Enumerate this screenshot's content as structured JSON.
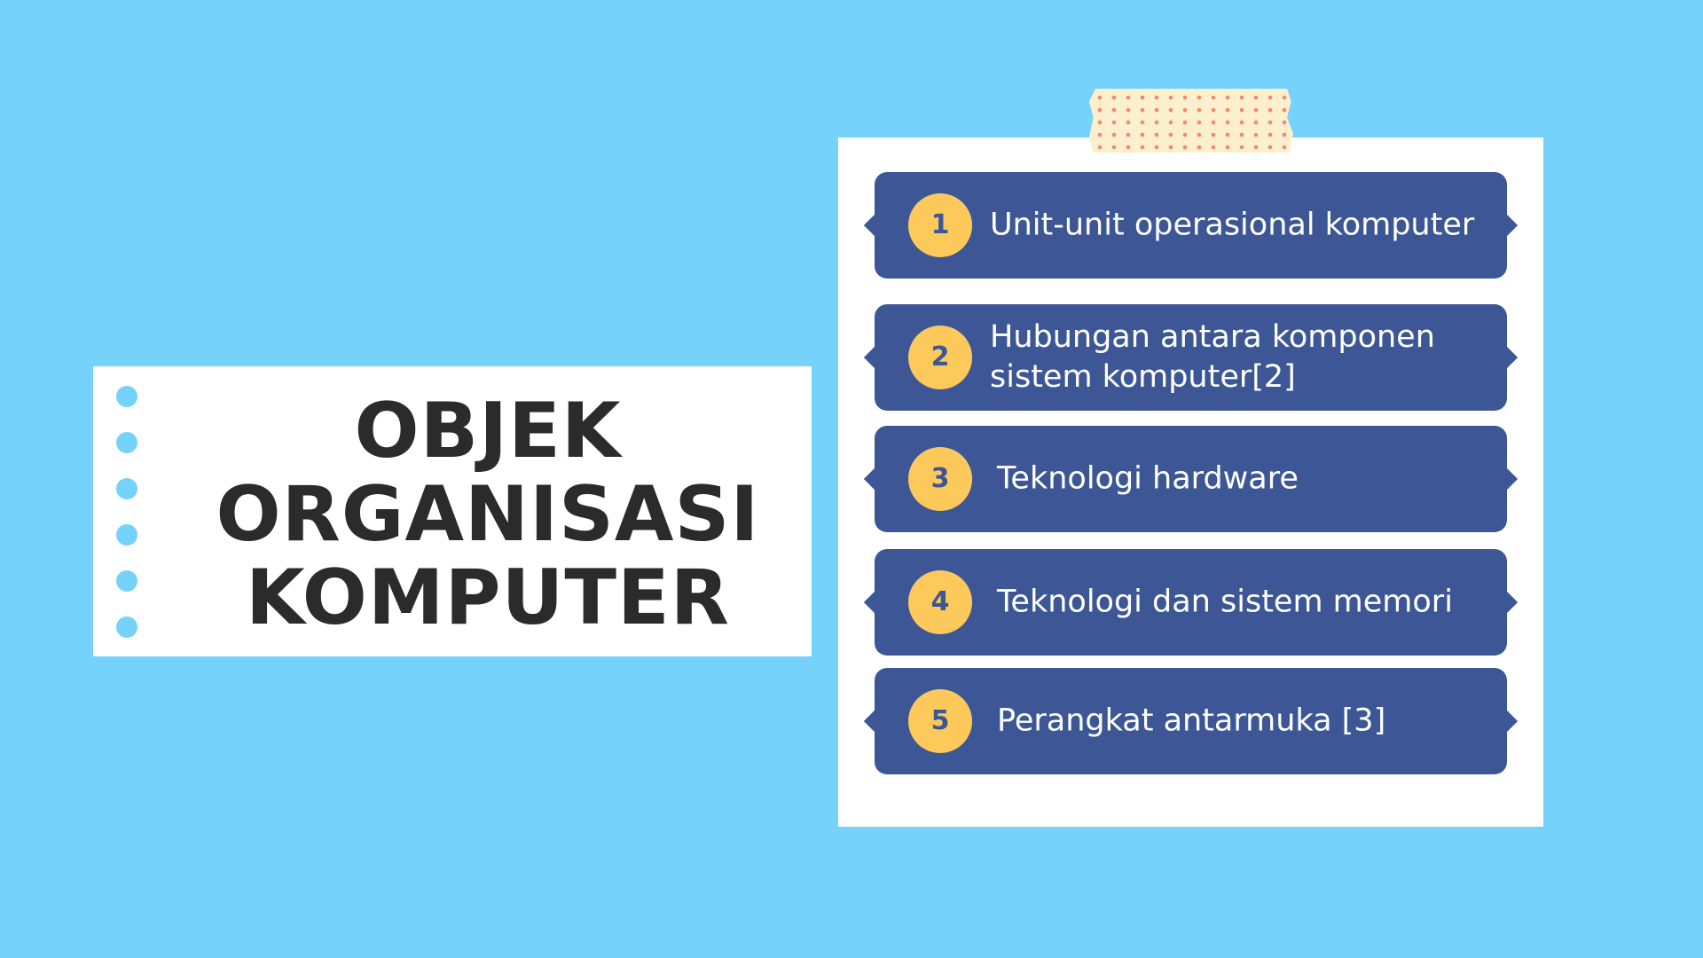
{
  "title": {
    "lines": [
      "OBJEK",
      "ORGANISASI",
      "KOMPUTER"
    ]
  },
  "list": {
    "items": [
      {
        "number": "1",
        "label": "Unit-unit operasional komputer"
      },
      {
        "number": "2",
        "label": "Hubungan antara komponen sistem komputer[2]"
      },
      {
        "number": "3",
        "label": "Teknologi hardware"
      },
      {
        "number": "4",
        "label": "Teknologi dan sistem memori"
      },
      {
        "number": "5",
        "label": "Perangkat antarmuka [3]"
      }
    ]
  },
  "colors": {
    "background": "#75d2fa",
    "item_background": "#3d5796",
    "badge": "#fdc95b",
    "title_text": "#2b2b2b"
  }
}
